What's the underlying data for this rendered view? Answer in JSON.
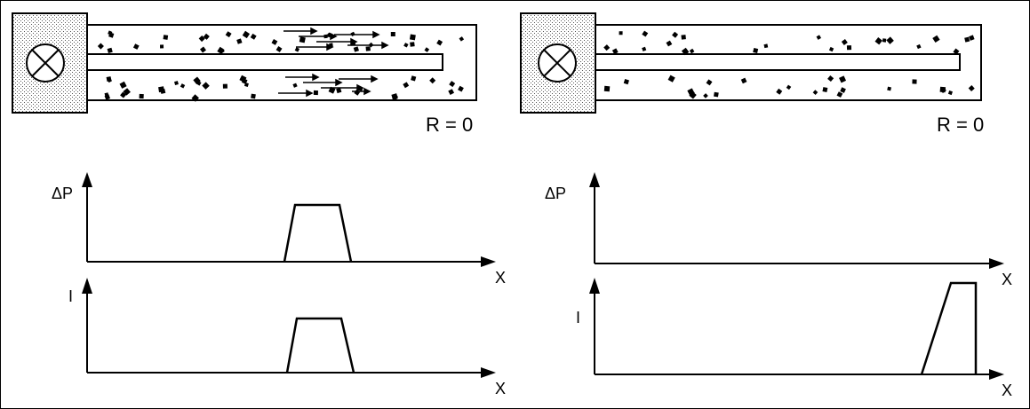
{
  "panels": [
    {
      "resistance_label": "R = 0",
      "pressure_axis_label": "ΔP",
      "current_axis_label": "I",
      "x_axis_label": "X",
      "pressure_profile": "trapezoid pulse in the middle of the tube",
      "current_profile": "trapezoid pulse in the middle of the tube"
    },
    {
      "resistance_label": "R = 0",
      "pressure_axis_label": "ΔP",
      "current_axis_label": "I",
      "x_axis_label": "X",
      "pressure_profile": "flat (zero)",
      "current_profile": "ramp rising at the closed end of the tube"
    }
  ],
  "colors": {
    "line": "#000000",
    "background": "#ffffff",
    "speaker_fill": "#f2f2f2"
  },
  "icons": [
    "speaker-icon",
    "crossed-circle-icon",
    "arrow-head-icon"
  ]
}
